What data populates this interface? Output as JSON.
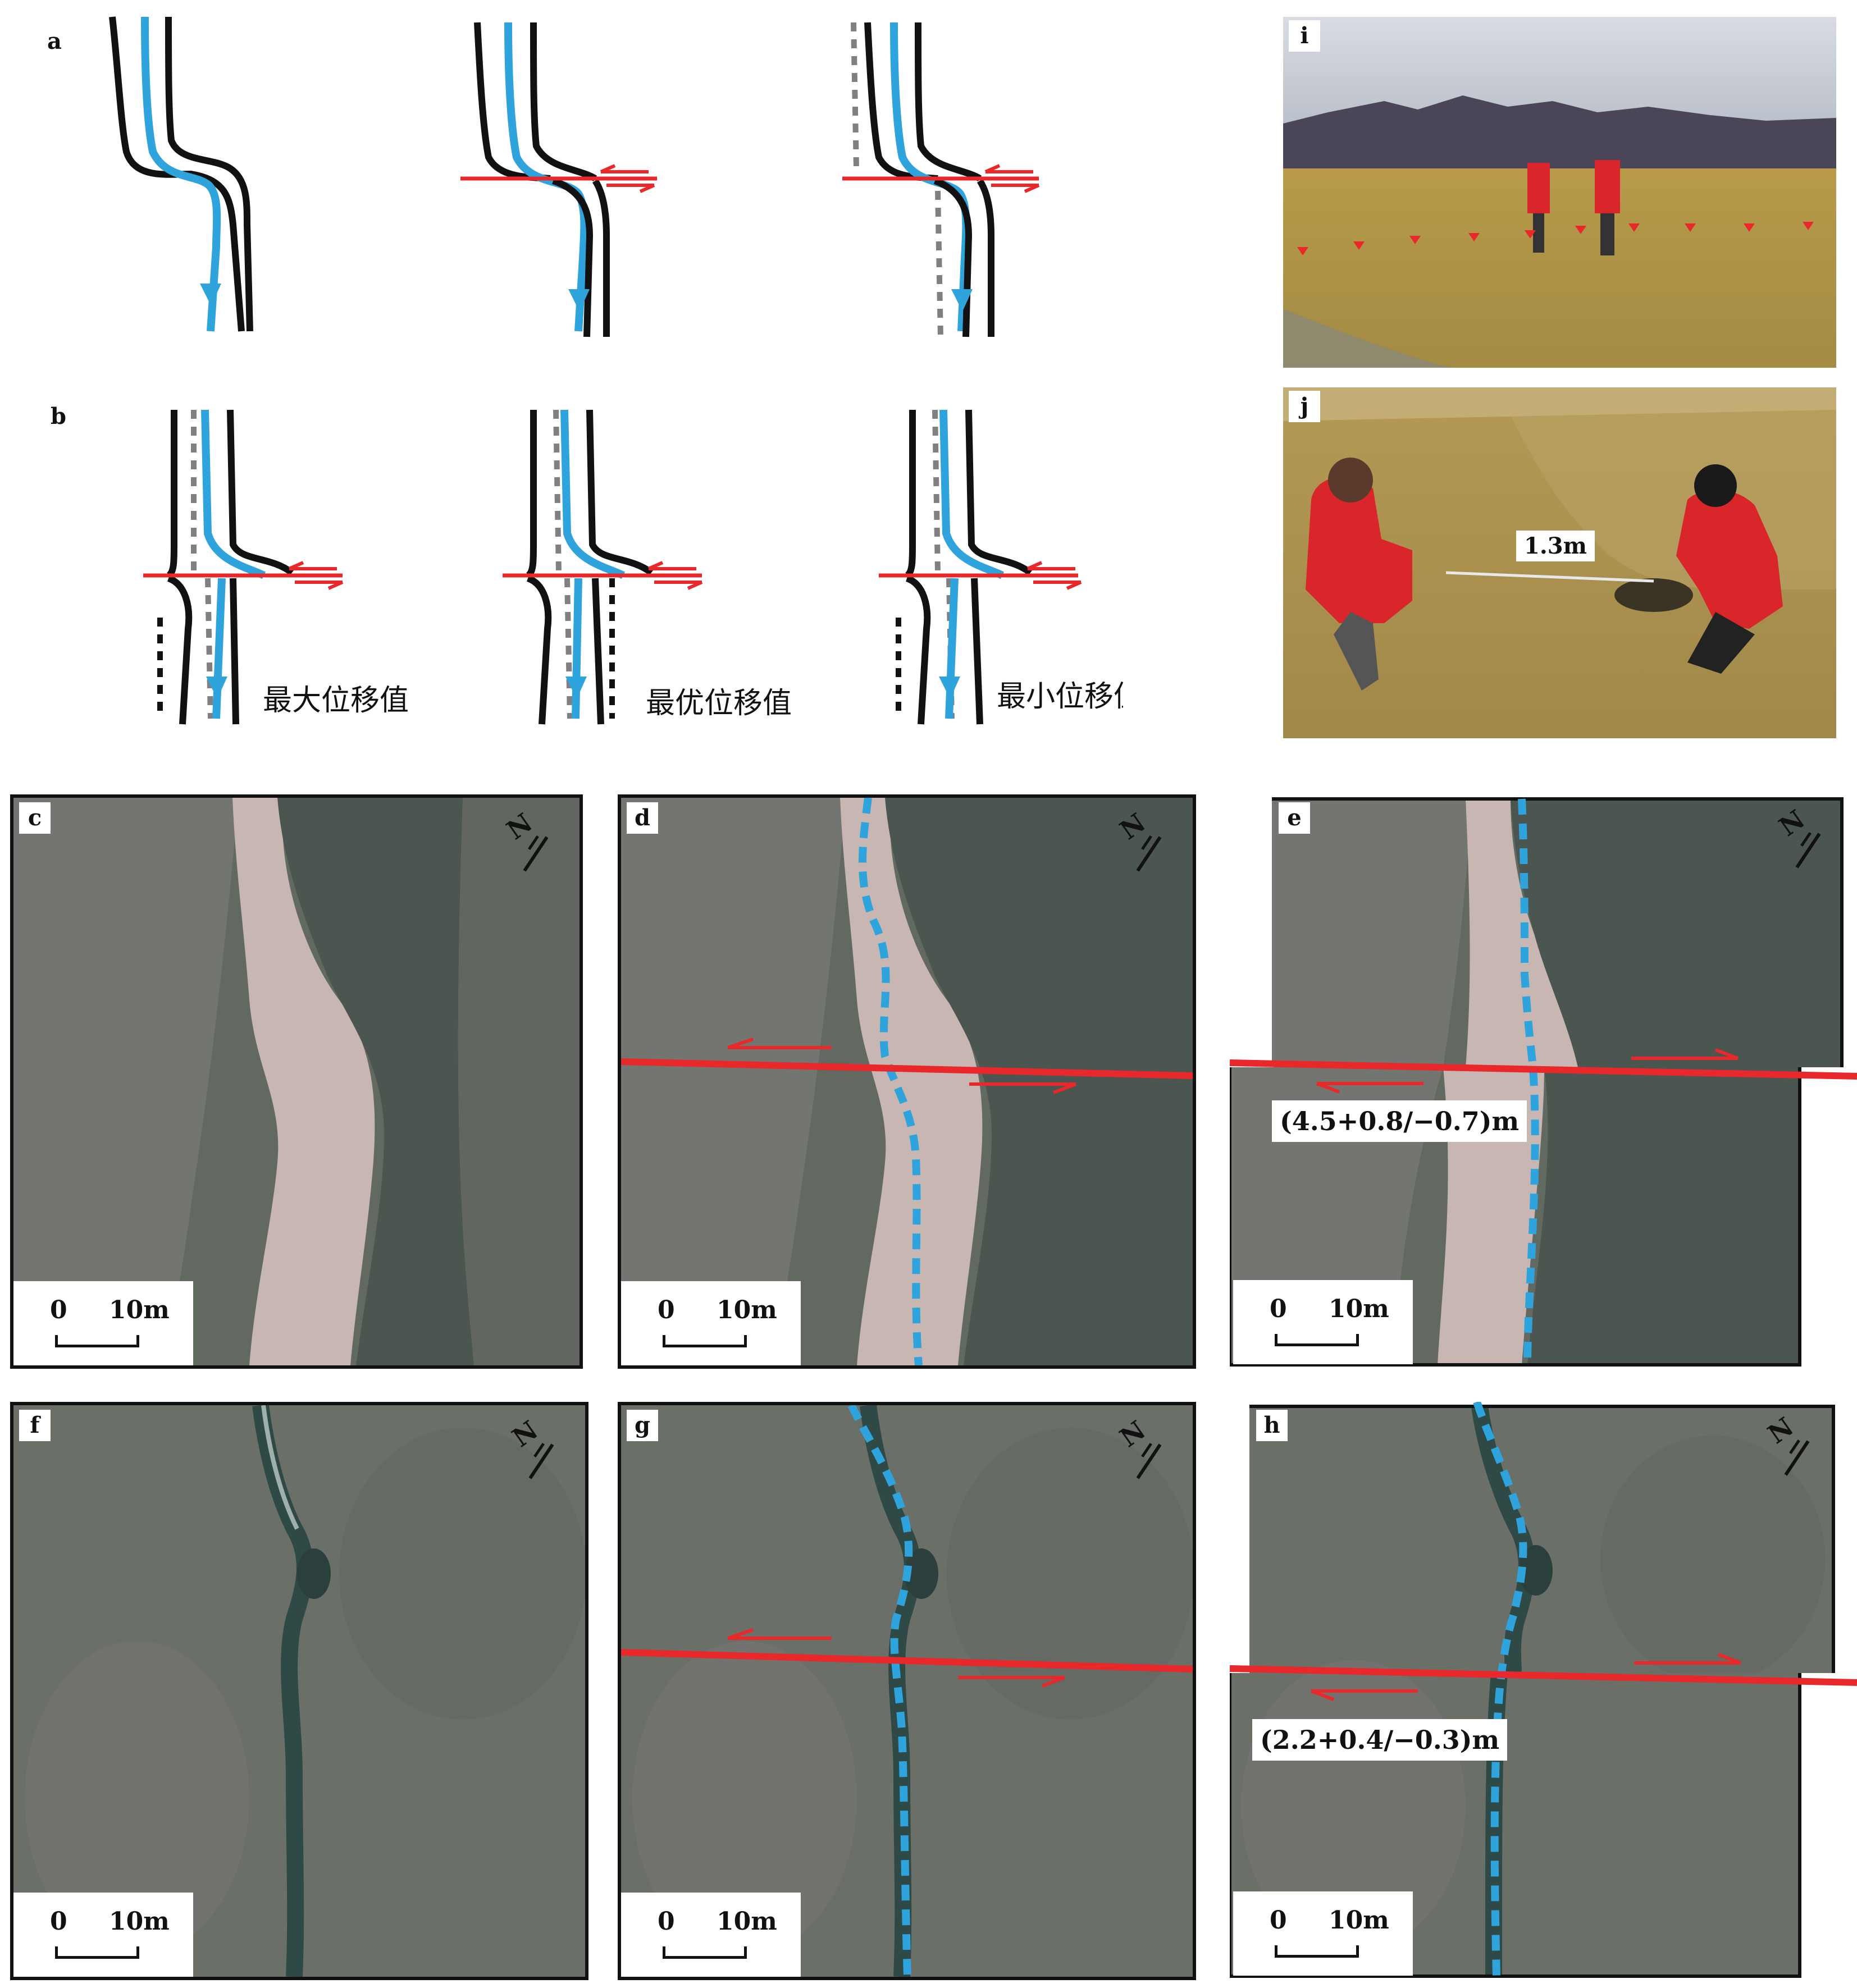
{
  "labels": {
    "a": "a",
    "b": "b",
    "c": "c",
    "d": "d",
    "e": "e",
    "f": "f",
    "g": "g",
    "h": "h",
    "i": "i",
    "j": "j"
  },
  "schematic_b": {
    "max_label": "最大位移值",
    "best_label": "最优位移值",
    "min_label": "最小位移值"
  },
  "scale_bar": {
    "zero": "0",
    "length": "10m"
  },
  "north_label": "N",
  "measurements": {
    "e": "(4.5+0.8/−0.7)m",
    "h": "(2.2+0.4/−0.3)m",
    "j": "1.3m"
  },
  "colors": {
    "river": "#2fa4dc",
    "fault": "#e8282a",
    "bank": "#111111",
    "dashed_bank": "#808080"
  }
}
